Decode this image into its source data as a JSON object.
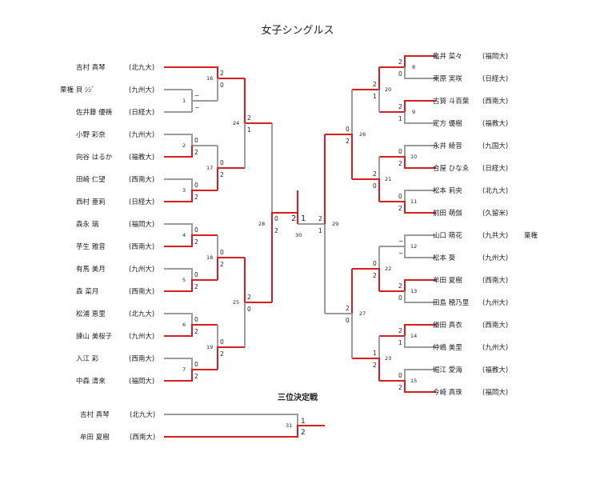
{
  "title": "女子シングルス",
  "third_place_title": "三位決定戦",
  "colors": {
    "winner": "#d81e1e",
    "loser": "#9b9b9b",
    "text": "#222222"
  },
  "left_players": [
    {
      "name": "吉村 真琴",
      "univ": "(北九大)"
    },
    {
      "name": "栗権 貝 ｼｼﾞ",
      "univ": "(九州大)"
    },
    {
      "name": "佐井藤 優祷",
      "univ": "(日経大)"
    },
    {
      "name": "小野 彩奈",
      "univ": "(九州大)"
    },
    {
      "name": "向谷 はるか",
      "univ": "(福教大)"
    },
    {
      "name": "田崎 仁望",
      "univ": "(西南大)"
    },
    {
      "name": "西村 亜莉",
      "univ": "(日経大)"
    },
    {
      "name": "森永 璃",
      "univ": "(福岡大)"
    },
    {
      "name": "芋生 雅音",
      "univ": "(西南大)"
    },
    {
      "name": "有馬 美月",
      "univ": "(九州大)"
    },
    {
      "name": "森 菜月",
      "univ": "(西南大)"
    },
    {
      "name": "松浦 恵里",
      "univ": "(北九大)"
    },
    {
      "name": "諫山 美桜子",
      "univ": "(九州大)"
    },
    {
      "name": "入江 彩",
      "univ": "(西南大)"
    },
    {
      "name": "中森 清来",
      "univ": "(福岡大)"
    }
  ],
  "right_players": [
    {
      "name": "亀井 菜々",
      "univ": "(福岡大)"
    },
    {
      "name": "東原 実咲",
      "univ": "(日経大)"
    },
    {
      "name": "古賀 斗百葉",
      "univ": "(西南大)"
    },
    {
      "name": "定方 優樹",
      "univ": "(福教大)"
    },
    {
      "name": "永井 綾音",
      "univ": "(九国大)"
    },
    {
      "name": "合屋 ひなゑ",
      "univ": "(日経大)"
    },
    {
      "name": "松本 莉央",
      "univ": "(北九大)"
    },
    {
      "name": "前田 萌伽",
      "univ": "(久留米)"
    },
    {
      "name": "山口 萌花",
      "univ": "(九共大)",
      "note": "棄権"
    },
    {
      "name": "松本 葵",
      "univ": "(九州大)"
    },
    {
      "name": "牟田 夏樹",
      "univ": "(西南大)"
    },
    {
      "name": "田島 穂乃里",
      "univ": "(九州大)"
    },
    {
      "name": "鎌田 真衣",
      "univ": "(西南大)"
    },
    {
      "name": "仲嶋 美里",
      "univ": "(九州大)"
    },
    {
      "name": "堀江 愛海",
      "univ": "(福教大)"
    },
    {
      "name": "今崎 真珠",
      "univ": "(福岡大)"
    }
  ],
  "third_place": [
    {
      "name": "吉村 真琴",
      "univ": "(北九大)"
    },
    {
      "name": "牟田 夏樹",
      "univ": "(西南大)"
    }
  ],
  "match_labels": {
    "m1": "1",
    "m2": "2",
    "m3": "3",
    "m4": "4",
    "m5": "5",
    "m6": "6",
    "m7": "7",
    "m16": "16",
    "m17": "17",
    "m18": "18",
    "m19": "19",
    "m24": "24",
    "m25": "25",
    "m28": "28",
    "m8": "8",
    "m9": "9",
    "m10": "10",
    "m11": "11",
    "m12": "12",
    "m13": "13",
    "m14": "14",
    "m15": "15",
    "m20": "20",
    "m21": "21",
    "m22": "22",
    "m23": "23",
    "m26": "26",
    "m27": "27",
    "m29": "29",
    "m30": "30",
    "m31": "31"
  },
  "scores": {
    "m1_top": "−",
    "m1_bot": "−",
    "m2_top": "0",
    "m2_bot": "2",
    "m3_top": "0",
    "m3_bot": "2",
    "m4_top": "0",
    "m4_bot": "2",
    "m5_top": "0",
    "m5_bot": "2",
    "m6_top": "0",
    "m6_bot": "2",
    "m7_top": "0",
    "m7_bot": "2",
    "m16_top": "2",
    "m16_bot": "0",
    "m17_top": "0",
    "m17_bot": "2",
    "m18_top": "0",
    "m18_bot": "2",
    "m19_top": "0",
    "m19_bot": "2",
    "m24_top": "2",
    "m24_bot": "1",
    "m25_top": "2",
    "m25_bot": "0",
    "m28_top": "0",
    "m28_bot": "2",
    "m8_top": "2",
    "m8_bot": "0",
    "m9_top": "2",
    "m9_bot": "1",
    "m10_top": "0",
    "m10_bot": "2",
    "m11_top": "0",
    "m11_bot": "2",
    "m12_top": "−",
    "m12_bot": "−",
    "m13_top": "2",
    "m13_bot": "0",
    "m14_top": "2",
    "m14_bot": "1",
    "m15_top": "0",
    "m15_bot": "2",
    "m20_top": "2",
    "m20_bot": "1",
    "m21_top": "2",
    "m21_bot": "0",
    "m22_top": "0",
    "m22_bot": "2",
    "m23_top": "1",
    "m23_bot": "2",
    "m26_top": "0",
    "m26_bot": "2",
    "m27_top": "2",
    "m27_bot": "0",
    "m29_top": "2",
    "m29_bot": "1",
    "m30_left": "2",
    "m30_right": "1",
    "m31_top": "1",
    "m31_bot": "2"
  }
}
